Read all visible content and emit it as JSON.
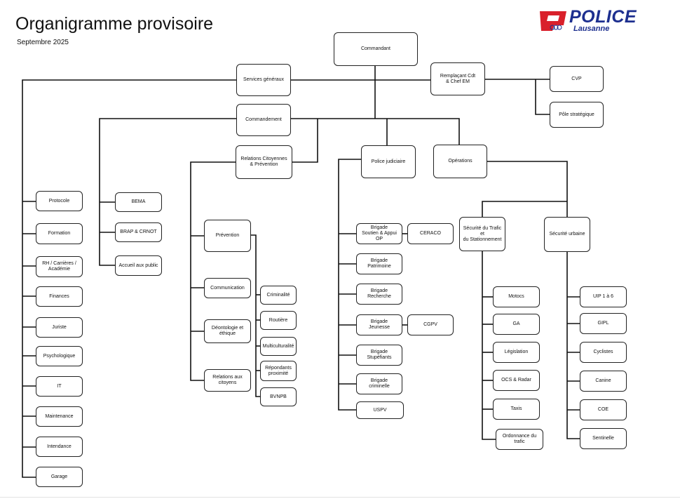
{
  "header": {
    "title": "Organigramme provisoire",
    "subtitle": "Septembre 2025"
  },
  "logo": {
    "name": "POLICE",
    "city": "Lausanne",
    "colors": {
      "red": "#d9202b",
      "blue": "#1d2f8f"
    }
  },
  "org": {
    "commandant": "Commandant",
    "services_generaux": "Services généraux",
    "remplacant": "Remplaçant Cdt\n& Chef EM",
    "cvp": "CVP",
    "pole_strategique": "Pôle stratégique",
    "commandement": "Commandement",
    "relations_citoyennes": "Relations Citoyennes\n& Prévention",
    "police_judiciaire": "Police judiciaire",
    "operations": "Opérations",
    "services_list": [
      "Protocole",
      "Formation",
      "RH / Carrières /\nAcadémie",
      "Finances",
      "Juriste",
      "Psychologique",
      "IT",
      "Maintenance",
      "Intendance",
      "Garage"
    ],
    "commandement_list": [
      "BEMA",
      "BRAP & CRNOT",
      "Accueil aux public"
    ],
    "relations_list": [
      "Prévention",
      "Communication",
      "Déontologie et\néthique",
      "Relations aux\ncitoyens"
    ],
    "prevention_list": [
      "Criminalité",
      "Routière",
      "Multiculturalité",
      "Répondants\nproximité",
      "BVNPB"
    ],
    "judiciaire_list": [
      "Brigade\nSoutien & Appui OP",
      "Brigade\nPatrimoine",
      "Brigade\nRecherche",
      "Brigade\nJeunesse",
      "Brigade\nStupéfiants",
      "Brigade\ncriminelle",
      "USPV"
    ],
    "ceraco": "CERACO",
    "cgpv": "CGPV",
    "securite_trafic": "Sécurité du Trafic et\ndu Stationnement",
    "securite_urbaine": "Sécurité urbaine",
    "trafic_list": [
      "Motocs",
      "GA",
      "Législation",
      "OCS & Radar",
      "Taxis",
      "Ordonnance du trafic"
    ],
    "urbaine_list": [
      "UIP 1 à 6",
      "GIPL",
      "Cyclistes",
      "Canine",
      "COE",
      "Sentinelle"
    ]
  }
}
